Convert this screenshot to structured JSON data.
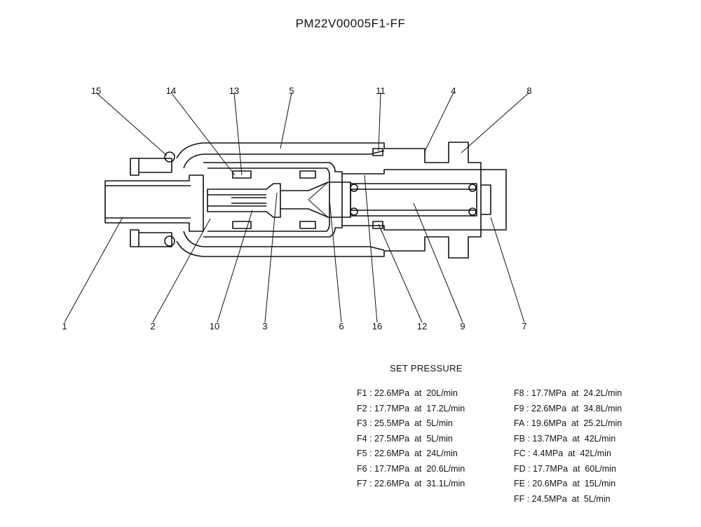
{
  "title": "PM22V00005F1-FF",
  "callouts": [
    {
      "id": "c1",
      "label": "1"
    },
    {
      "id": "c2",
      "label": "2"
    },
    {
      "id": "c3",
      "label": "3"
    },
    {
      "id": "c4",
      "label": "4"
    },
    {
      "id": "c5",
      "label": "5"
    },
    {
      "id": "c6",
      "label": "6"
    },
    {
      "id": "c7",
      "label": "7"
    },
    {
      "id": "c8",
      "label": "8"
    },
    {
      "id": "c9",
      "label": "9"
    },
    {
      "id": "c10",
      "label": "10"
    },
    {
      "id": "c11",
      "label": "11"
    },
    {
      "id": "c12",
      "label": "12"
    },
    {
      "id": "c13",
      "label": "13"
    },
    {
      "id": "c14",
      "label": "14"
    },
    {
      "id": "c15",
      "label": "15"
    },
    {
      "id": "c16",
      "label": "16"
    }
  ],
  "set_pressure": {
    "heading": "SET PRESSURE",
    "left": [
      "F1 : 22.6MPa  at  20L/min",
      "F2 : 17.7MPa  at  17.2L/min",
      "F3 : 25.5MPa  at  5L/min",
      "F4 : 27.5MPa  at  5L/min",
      "F5 : 22.6MPa  at  24L/min",
      "F6 : 17.7MPa  at  20.6L/min",
      "F7 : 22.6MPa  at  31.1L/min"
    ],
    "right": [
      "F8 : 17.7MPa  at  24.2L/min",
      "F9 : 22.6MPa  at  34.8L/min",
      "FA : 19.6MPa  at  25.2L/min",
      "FB : 13.7MPa  at  42L/min",
      "FC : 4.4MPa  at  42L/min",
      "FD : 17.7MPa  at  60L/min",
      "FE : 20.6MPa  at  15L/min",
      "FF : 24.5MPa  at  5L/min"
    ]
  }
}
